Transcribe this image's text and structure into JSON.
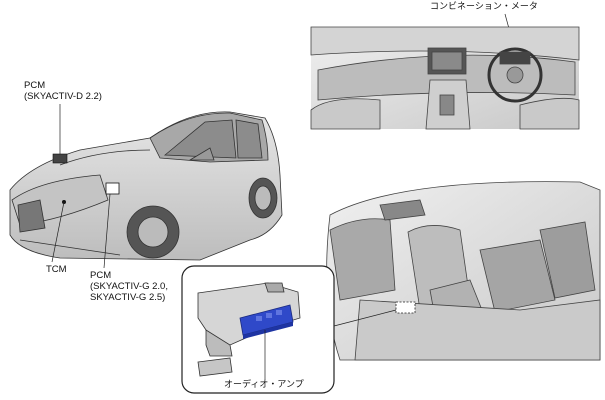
{
  "labels": {
    "combination_meter": "コンビネーション・メータ",
    "pcm_diesel_line1": "PCM",
    "pcm_diesel_line2": "(SKYACTIV-D 2.2)",
    "tcm": "TCM",
    "pcm_gas_line1": "PCM",
    "pcm_gas_line2": "(SKYACTIV-G 2.0,",
    "pcm_gas_line3": "SKYACTIV-G 2.5)",
    "audio_amp": "オーディオ・アンプ"
  },
  "colors": {
    "line": "#222222",
    "body_fill": "#d9d9d9",
    "dark_fill": "#9a9a9a",
    "highlight": "#2f49c9"
  }
}
